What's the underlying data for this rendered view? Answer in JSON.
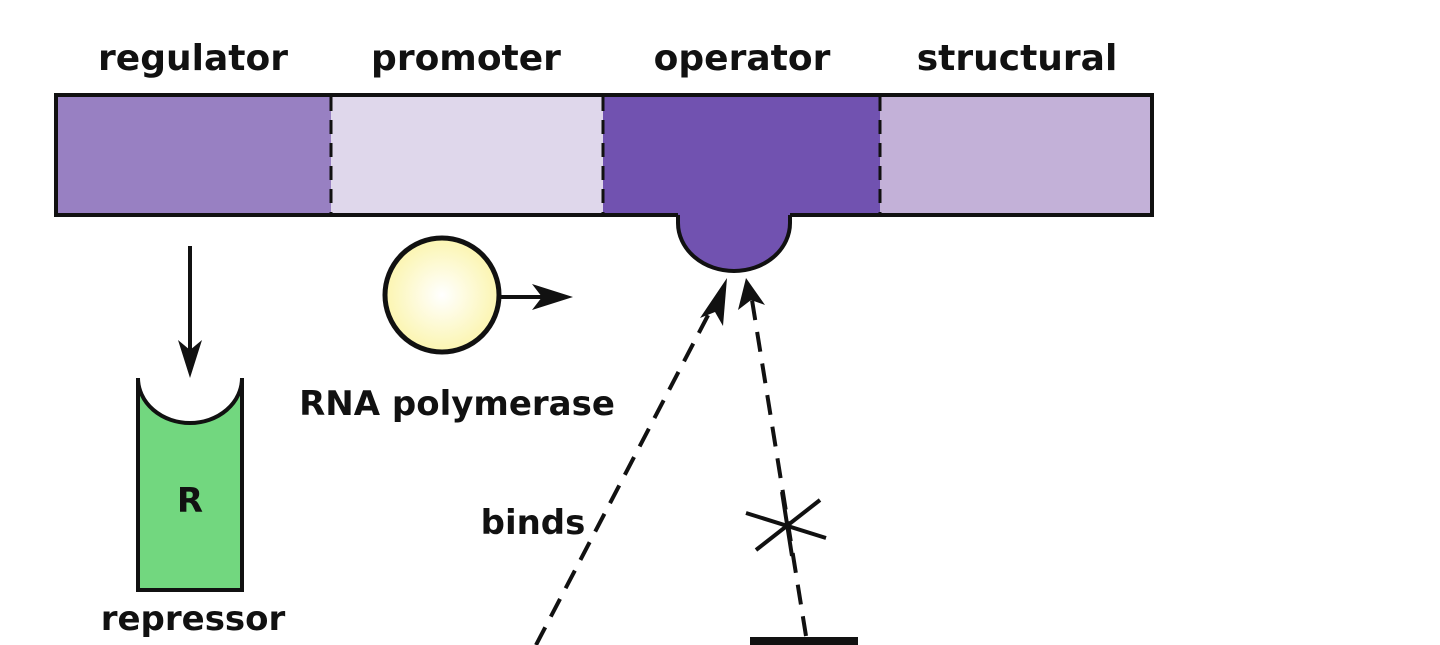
{
  "segments": [
    {
      "label": "regulator",
      "color": "#9880c2"
    },
    {
      "label": "promoter",
      "color": "#dfd7eb"
    },
    {
      "label": "operator",
      "color": "#7152b0"
    },
    {
      "label": "structural",
      "color": "#c3b1d8"
    }
  ],
  "repressor": {
    "letter": "R",
    "label": "repressor",
    "color": "#72d77f"
  },
  "rna_polymerase": {
    "label": "RNA polymerase",
    "color": "#fdfab8"
  },
  "binds_label": "binds",
  "colors": {
    "outline": "#111111"
  }
}
